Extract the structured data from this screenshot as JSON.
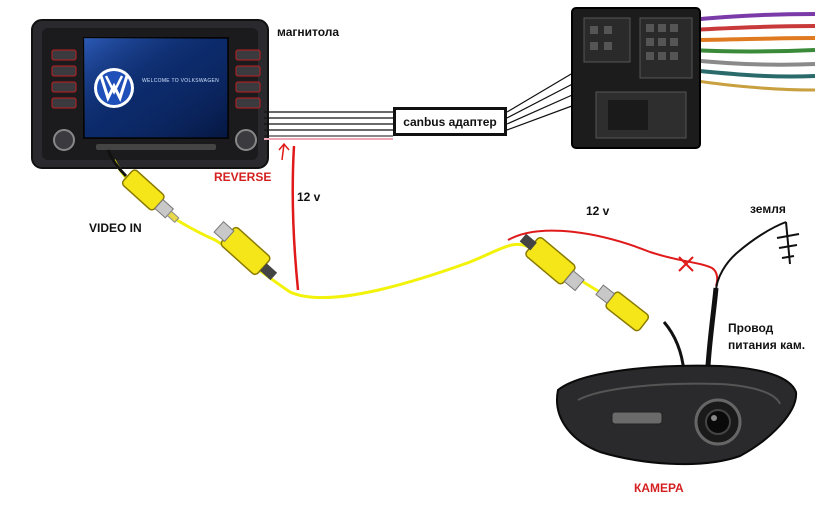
{
  "labels": {
    "head_unit": "магнитола",
    "adapter": "canbus адаптер",
    "reverse": "REVERSE",
    "volt_left": "12 v",
    "volt_right": "12 v",
    "video_in": "VIDEO IN",
    "ground": "земля",
    "camera_power_1": "Провод",
    "camera_power_2": "питания кам.",
    "camera": "КАМЕРА",
    "screen_text": "WELCOME TO VOLKSWAGEN"
  },
  "colors": {
    "signal_wire": "#f2f20a",
    "power_wire": "#e01a1a",
    "ground_wire": "#111111",
    "rca_plug": "#f5e61a",
    "label_red": "#d42020",
    "vw_blue": "#1f4fb8"
  }
}
